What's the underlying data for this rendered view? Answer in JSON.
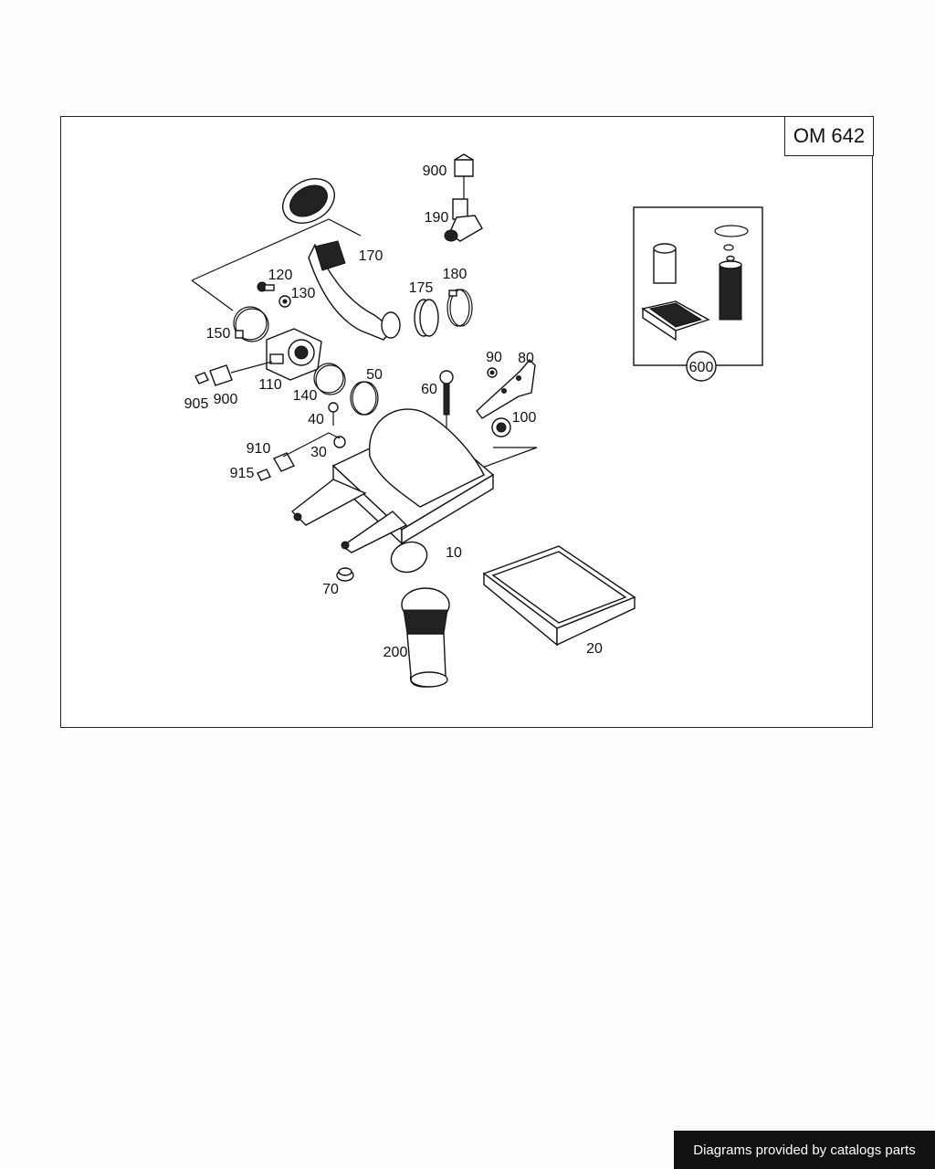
{
  "diagram": {
    "engine_code": "OM 642",
    "part_labels": [
      {
        "id": "900-top",
        "text": "900"
      },
      {
        "id": "190",
        "text": "190"
      },
      {
        "id": "170",
        "text": "170"
      },
      {
        "id": "120",
        "text": "120"
      },
      {
        "id": "130",
        "text": "130"
      },
      {
        "id": "175",
        "text": "175"
      },
      {
        "id": "180",
        "text": "180"
      },
      {
        "id": "150",
        "text": "150"
      },
      {
        "id": "90",
        "text": "90"
      },
      {
        "id": "80",
        "text": "80"
      },
      {
        "id": "110",
        "text": "110"
      },
      {
        "id": "50",
        "text": "50"
      },
      {
        "id": "905",
        "text": "905"
      },
      {
        "id": "900-left",
        "text": "900"
      },
      {
        "id": "140",
        "text": "140"
      },
      {
        "id": "60",
        "text": "60"
      },
      {
        "id": "40",
        "text": "40"
      },
      {
        "id": "100",
        "text": "100"
      },
      {
        "id": "910",
        "text": "910"
      },
      {
        "id": "30",
        "text": "30"
      },
      {
        "id": "915",
        "text": "915"
      },
      {
        "id": "10",
        "text": "10"
      },
      {
        "id": "70",
        "text": "70"
      },
      {
        "id": "20",
        "text": "20"
      },
      {
        "id": "200",
        "text": "200"
      },
      {
        "id": "600",
        "text": "600"
      }
    ]
  },
  "footer": {
    "credit": "Diagrams provided by catalogs parts"
  }
}
